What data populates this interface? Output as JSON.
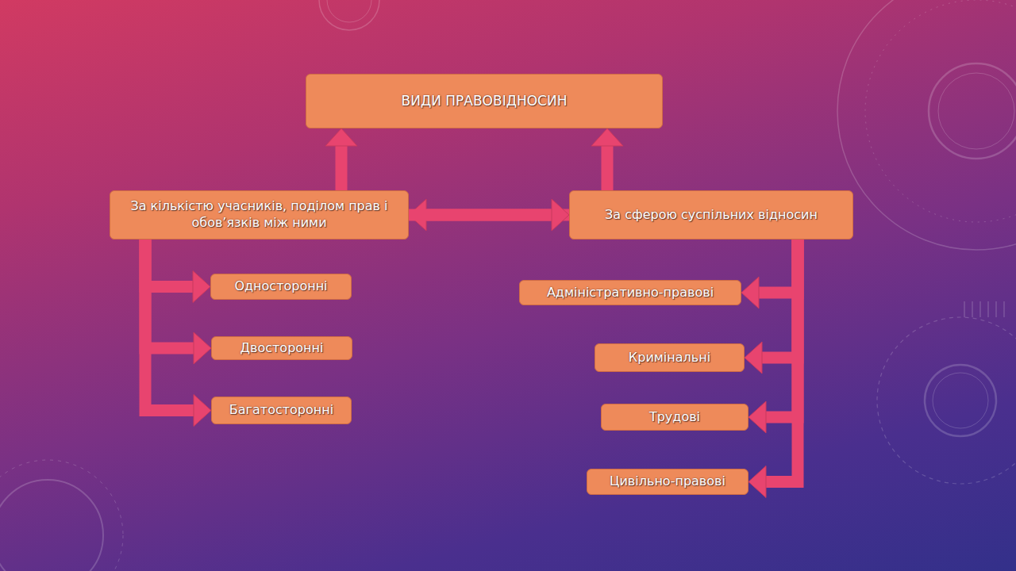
{
  "diagram": {
    "nodes": [
      {
        "text": [
          "ВИДИ ПРАВОВІДНОСИН"
        ]
      },
      {
        "text": [
          "За кількістю учасників, поділом прав і обов’язків між ними"
        ]
      },
      {
        "text": [
          "За сферою суспільних відносин"
        ]
      },
      {
        "text": [
          "Односторонні"
        ]
      },
      {
        "text": [
          "Двосторонні"
        ]
      },
      {
        "text": [
          "Багатосторонні"
        ]
      },
      {
        "text": [
          "Адміністративно-правові"
        ]
      },
      {
        "text": [
          "Кримінальні"
        ]
      },
      {
        "text": [
          "Трудові"
        ]
      },
      {
        "text": [
          "Цивільно-правові"
        ]
      }
    ],
    "edges": [
      {
        "from": 0,
        "to": 1,
        "arrow": "both"
      },
      {
        "from": 0,
        "to": 2,
        "arrow": "both"
      },
      {
        "from": 1,
        "to": 3,
        "arrow": "to"
      },
      {
        "from": 1,
        "to": 4,
        "arrow": "to"
      },
      {
        "from": 1,
        "to": 5,
        "arrow": "to"
      },
      {
        "from": 2,
        "to": 6,
        "arrow": "to"
      },
      {
        "from": 2,
        "to": 7,
        "arrow": "to"
      },
      {
        "from": 2,
        "to": 8,
        "arrow": "to"
      },
      {
        "from": 2,
        "to": 9,
        "arrow": "to"
      }
    ]
  }
}
